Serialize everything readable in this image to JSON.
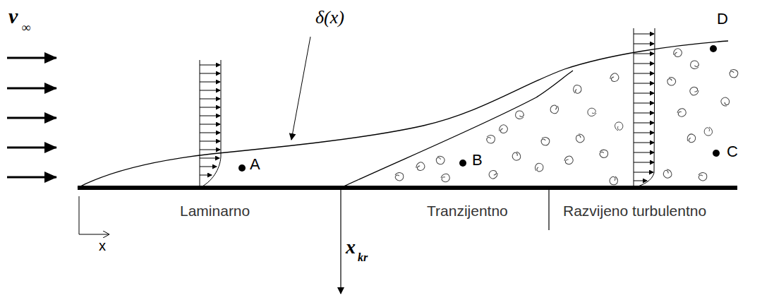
{
  "diagram": {
    "labels": [
      "v",
      "∞",
      "δ(x)",
      "A",
      "B",
      "C",
      "D",
      "Laminarno",
      "Tranzijentno",
      "Razvijeno turbulentno",
      "x",
      "x",
      "kr"
    ]
  }
}
